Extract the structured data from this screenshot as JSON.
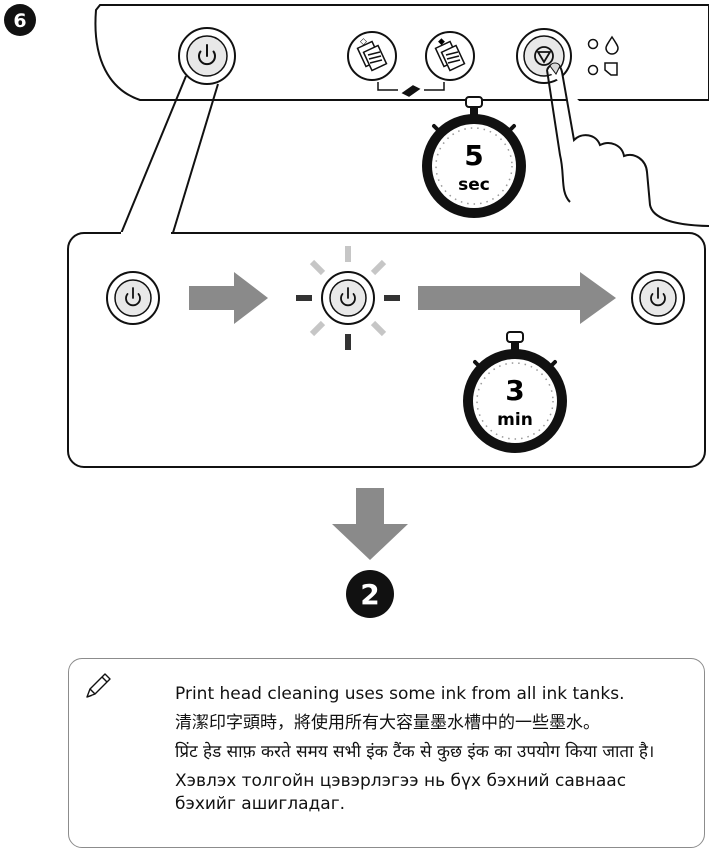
{
  "step_number": "6",
  "timers": {
    "hold": {
      "value": "5",
      "unit": "sec"
    },
    "wait": {
      "value": "3",
      "unit": "min"
    }
  },
  "next_step_number": "2",
  "note": {
    "icon": "pencil-note-icon",
    "lines": [
      "Print head cleaning uses some ink from all ink tanks.",
      "清潔印字頭時，將使用所有大容量墨水槽中的一些墨水。",
      "प्रिंट हेड साफ़ करते समय सभी इंक टैंक से कुछ इंक का उपयोग किया जाता है।",
      "Хэвлэх толгойн цэвэрлэгээ нь бүх бэхний савнаас бэхийг ашигладаг."
    ]
  },
  "colors": {
    "arrow_gray": "#8a8a8a",
    "light_ray": "#c6c6c6",
    "dark_ray": "#333333"
  }
}
